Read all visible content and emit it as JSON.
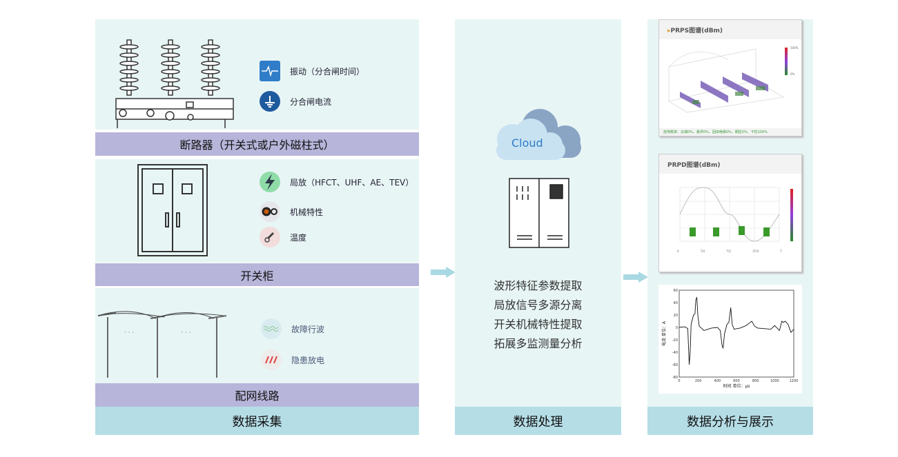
{
  "collection": {
    "breaker": {
      "label": "断路器（开关式或户外磁柱式）",
      "items": [
        {
          "icon": "vibration-icon",
          "label": "振动（分合闸时间）"
        },
        {
          "icon": "ground-icon",
          "label": "分合闸电流"
        }
      ]
    },
    "switchgear": {
      "label": "开关柜",
      "items": [
        {
          "icon": "lightning-icon",
          "label": "局放（HFCT、UHF、AE、TEV）"
        },
        {
          "icon": "gears-icon",
          "label": "机械特性"
        },
        {
          "icon": "thermometer-icon",
          "label": "温度"
        }
      ]
    },
    "line": {
      "label": "配网线路",
      "dots": "· · ·",
      "items": [
        {
          "icon": "wave-icon",
          "label": "故障行波"
        },
        {
          "icon": "discharge-icon",
          "label": "隐患放电"
        }
      ]
    },
    "footer": "数据采集"
  },
  "processing": {
    "cloud_label": "Cloud",
    "tasks": [
      "波形特征参数提取",
      "局放信号多源分离",
      "开关机械特性提取",
      "拓展多监测量分析"
    ],
    "footer": "数据处理"
  },
  "analysis": {
    "prps": {
      "title": "PRPS图谱(dBm)",
      "status": "放电概率：尖端0%、悬浮0%、固体绝缘0%、颗粒0%、干扰100%",
      "legend_max": "100%",
      "legend_min": "0%"
    },
    "prpd": {
      "title": "PRPD图谱(dBm)",
      "x_ticks": [
        "0",
        "T/4",
        "T/2",
        "3T/4",
        "T"
      ]
    },
    "footer": "数据分析与展示"
  },
  "chart_data": {
    "type": "line",
    "xlabel": "时间 单位：μs",
    "ylabel": "电流 单位：A",
    "xlim": [
      0,
      1200
    ],
    "ylim": [
      -80,
      60
    ],
    "x_ticks": [
      0,
      200,
      400,
      600,
      800,
      1000,
      1200
    ],
    "y_ticks": [
      -80,
      -60,
      -40,
      -20,
      0,
      20,
      40,
      60
    ],
    "x": [
      0,
      60,
      90,
      105,
      115,
      125,
      150,
      165,
      175,
      185,
      195,
      210,
      260,
      300,
      340,
      400,
      430,
      450,
      460,
      475,
      500,
      520,
      540,
      555,
      575,
      600,
      640,
      700,
      760,
      790,
      820,
      900,
      960,
      1000,
      1050,
      1075,
      1090,
      1110,
      1140,
      1170,
      1200
    ],
    "y": [
      0,
      1,
      -2,
      -60,
      -40,
      5,
      20,
      22,
      45,
      48,
      20,
      2,
      -5,
      -3,
      -1,
      0,
      -5,
      -30,
      -33,
      -10,
      5,
      8,
      32,
      5,
      -3,
      -2,
      -1,
      3,
      10,
      2,
      -1,
      -2,
      -3,
      3,
      -5,
      10,
      8,
      10,
      5,
      -8,
      -3
    ]
  }
}
